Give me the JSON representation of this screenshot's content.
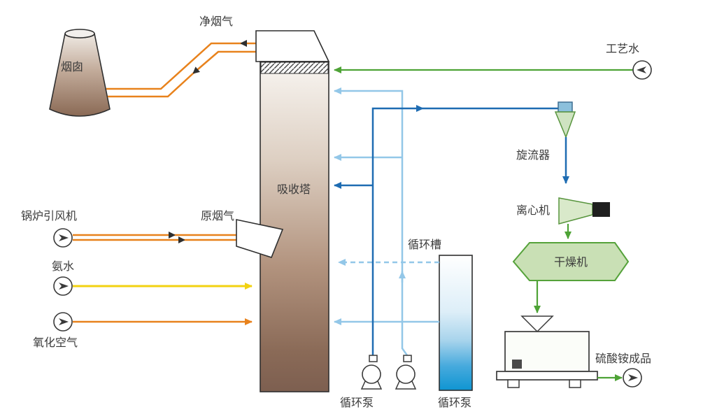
{
  "diagram": {
    "labels": {
      "clean_flue_gas": "净烟气",
      "chimney": "烟囱",
      "process_water": "工艺水",
      "absorption_tower": "吸收塔",
      "cyclone": "旋流器",
      "centrifuge": "离心机",
      "dryer": "干燥机",
      "boiler_id_fan": "锅炉引风机",
      "raw_flue_gas": "原烟气",
      "ammonia_water": "氨水",
      "oxidation_air": "氧化空气",
      "circulation_tank": "循环槽",
      "circulation_pump": "循环泵",
      "ammonium_sulfate_product": "硫酸铵成品"
    },
    "colors": {
      "flue_gas_line": "#e8821c",
      "ammonia_line": "#f2d211",
      "process_water_line": "#4ea336",
      "slurry_line": "#1e6cb2",
      "circulation_line": "#93c7e8",
      "product_line": "#4ea336",
      "arrowhead_dark": "#2f2f2f",
      "tower_fill_bottom": "#7d5f50",
      "tank_fill_bottom": "#0f95d2",
      "equipment_fill": "#c9e0b5",
      "outline": "#2f2f2f"
    }
  }
}
